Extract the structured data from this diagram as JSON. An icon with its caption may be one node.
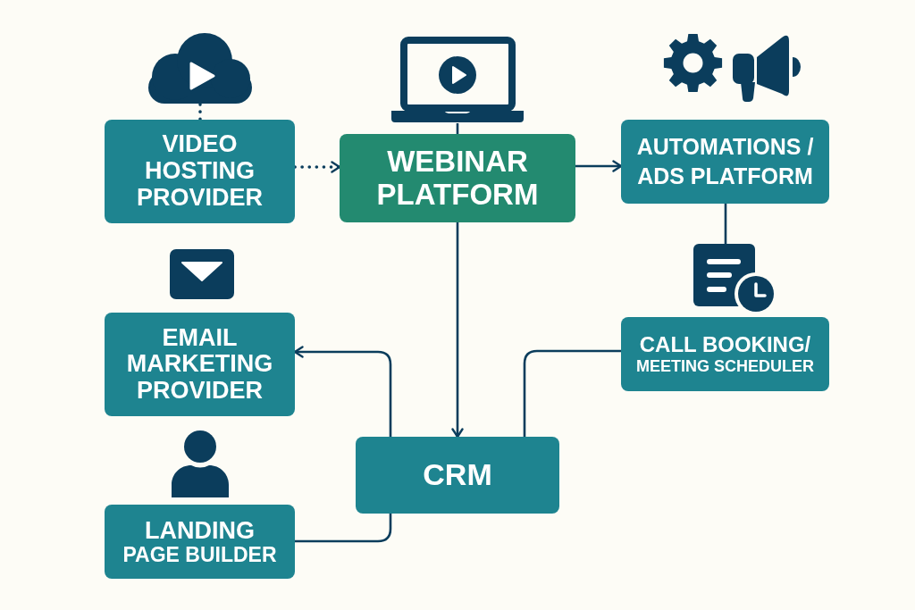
{
  "diagram": {
    "nodes": [
      {
        "text": [],
        "shape": "picture"
      },
      {
        "text": [],
        "shape": "picture"
      },
      {
        "text": [
          "VIDEO HOSTING PROVIDER"
        ]
      },
      {
        "text": [
          "WEBINAR PLATFORM"
        ]
      },
      {
        "text": [
          "AUTOMATIONS / ADS PLATFORM"
        ]
      },
      {
        "text": [],
        "shape": "picture"
      },
      {
        "text": [
          "EMAIL MARKETING PROVIDER"
        ]
      },
      {
        "text": [
          "CALL BOOKING/",
          "MEETING SCHEDULER"
        ]
      },
      {
        "text": [
          "CRM"
        ]
      },
      {
        "text": [
          "LANDING",
          "PAGE BUILDER"
        ]
      }
    ],
    "edges": [
      {
        "from": 0,
        "to": 2,
        "arrow": "none",
        "style": "dashed"
      },
      {
        "from": 1,
        "to": 3,
        "arrow": "none"
      },
      {
        "from": 2,
        "to": 3,
        "arrow": "to",
        "style": "dashed"
      },
      {
        "from": 3,
        "to": 4,
        "arrow": "to"
      },
      {
        "from": 4,
        "to": 5,
        "arrow": "none"
      },
      {
        "from": 3,
        "to": 8,
        "arrow": "to"
      },
      {
        "from": 8,
        "to": 6,
        "arrow": "to"
      },
      {
        "from": 7,
        "to": 8,
        "arrow": "none"
      },
      {
        "from": 9,
        "to": 8,
        "arrow": "none"
      }
    ]
  }
}
